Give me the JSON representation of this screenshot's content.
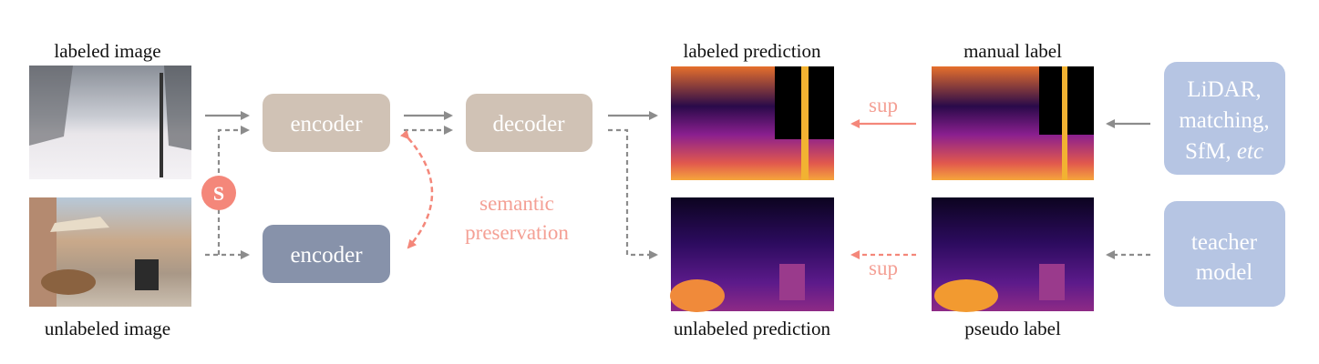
{
  "labels": {
    "labeled_image": "labeled image",
    "unlabeled_image": "unlabeled image",
    "labeled_prediction": "labeled prediction",
    "unlabeled_prediction": "unlabeled prediction",
    "manual_label": "manual label",
    "pseudo_label": "pseudo label"
  },
  "blocks": {
    "encoder_top": "encoder",
    "encoder_bottom": "encoder",
    "decoder": "decoder",
    "strong_aug": "S",
    "sources": {
      "line1": "LiDAR,",
      "line2": "matching,",
      "line3a": "SfM, ",
      "line3b": "etc"
    },
    "teacher": {
      "line1": "teacher",
      "line2": "model"
    }
  },
  "annotations": {
    "semantic_1": "semantic",
    "semantic_2": "preservation",
    "sup_top": "sup",
    "sup_bottom": "sup"
  },
  "colors": {
    "frozen_encoder": "#d0c2b5",
    "student_encoder": "#8792aa",
    "source_box": "#b6c5e3",
    "accent": "#f4877a",
    "arrow": "#8c8c8c"
  }
}
